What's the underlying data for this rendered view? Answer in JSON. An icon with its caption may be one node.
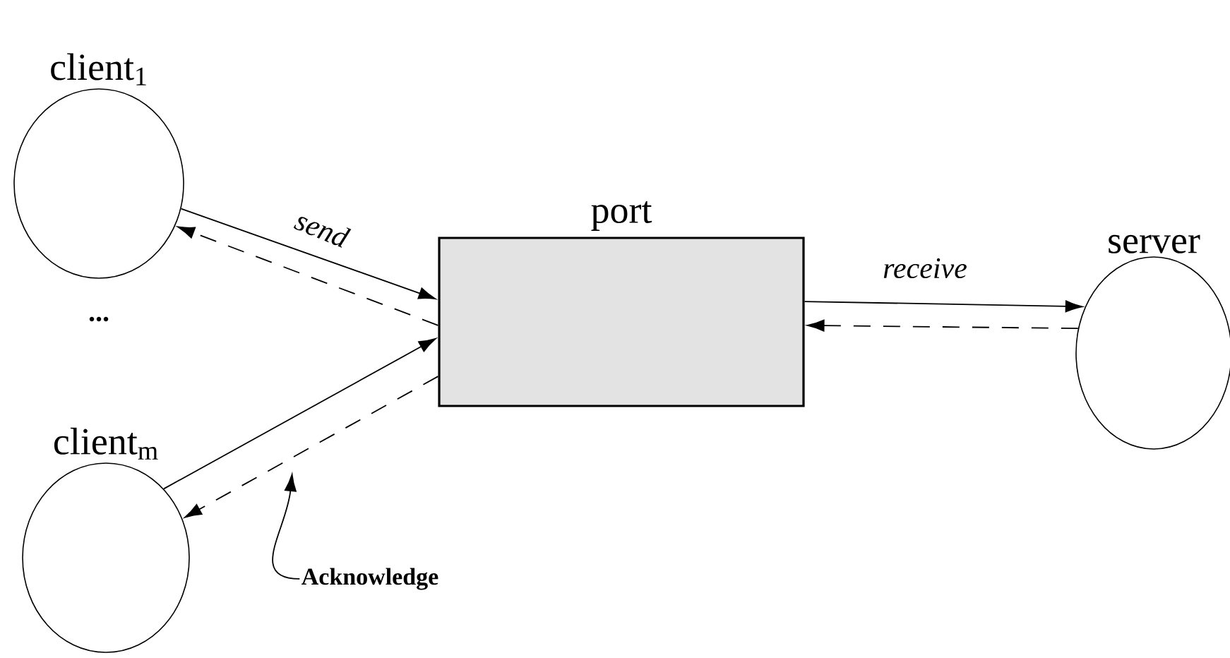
{
  "diagram": {
    "nodes": [
      {
        "text": [
          "client$_{1}$"
        ]
      },
      {
        "text": [
          "client$_{m}$"
        ]
      },
      {
        "text": [
          "port"
        ]
      },
      {
        "text": [
          "server"
        ]
      },
      {
        "text": [
          "Acknowledge"
        ]
      }
    ],
    "edges": [
      {
        "from": 0,
        "to": 2,
        "arrow": "to",
        "label": "send"
      },
      {
        "from": 2,
        "to": 0,
        "arrow": "to",
        "style": "dashed"
      },
      {
        "from": 1,
        "to": 2,
        "arrow": "to"
      },
      {
        "from": 2,
        "to": 1,
        "arrow": "to",
        "style": "dashed"
      },
      {
        "from": 2,
        "to": 3,
        "arrow": "to",
        "label": "receive"
      },
      {
        "from": 3,
        "to": 2,
        "arrow": "to",
        "style": "dashed"
      },
      {
        "from": 4,
        "to": null,
        "arrow": "to"
      }
    ],
    "labels": [
      "..."
    ]
  }
}
